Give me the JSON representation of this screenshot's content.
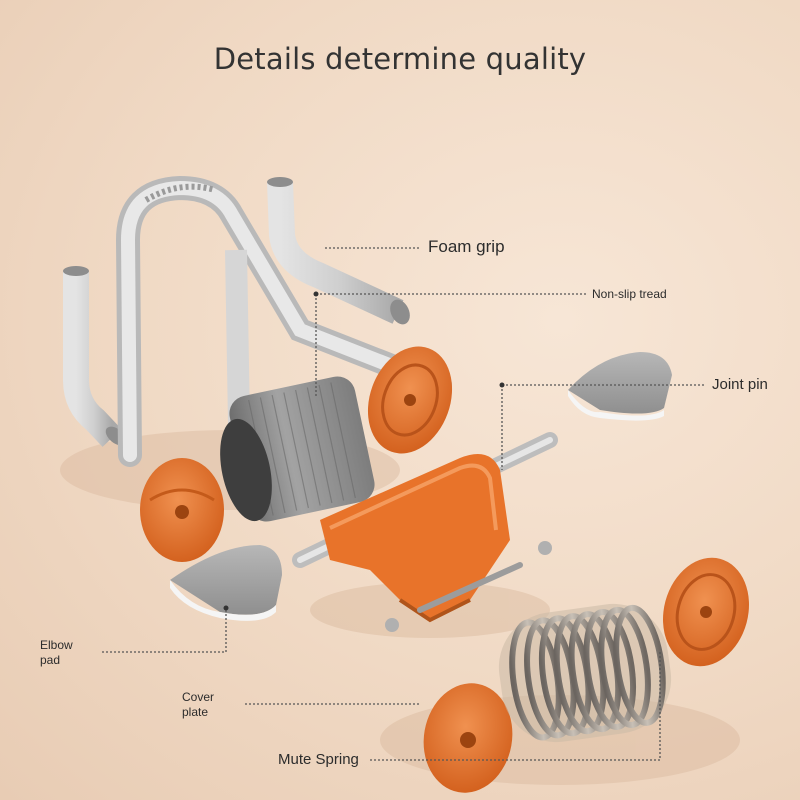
{
  "title": "Details determine quality",
  "labels": {
    "foam_grip": "Foam grip",
    "non_slip_tread": "Non-slip tread",
    "joint_pin": "Joint pin",
    "elbow_pad_line1": "Elbow",
    "elbow_pad_line2": "pad",
    "cover_plate_line1": "Cover",
    "cover_plate_line2": "plate",
    "mute_spring": "Mute Spring"
  },
  "colors": {
    "background": "#f0d9c4",
    "accent_orange": "#e8732a",
    "tube_grey": "#c9c9c9",
    "roller_grey": "#8f8f8f",
    "pad_grey": "#a9a9a9",
    "leader_line": "#555555"
  }
}
